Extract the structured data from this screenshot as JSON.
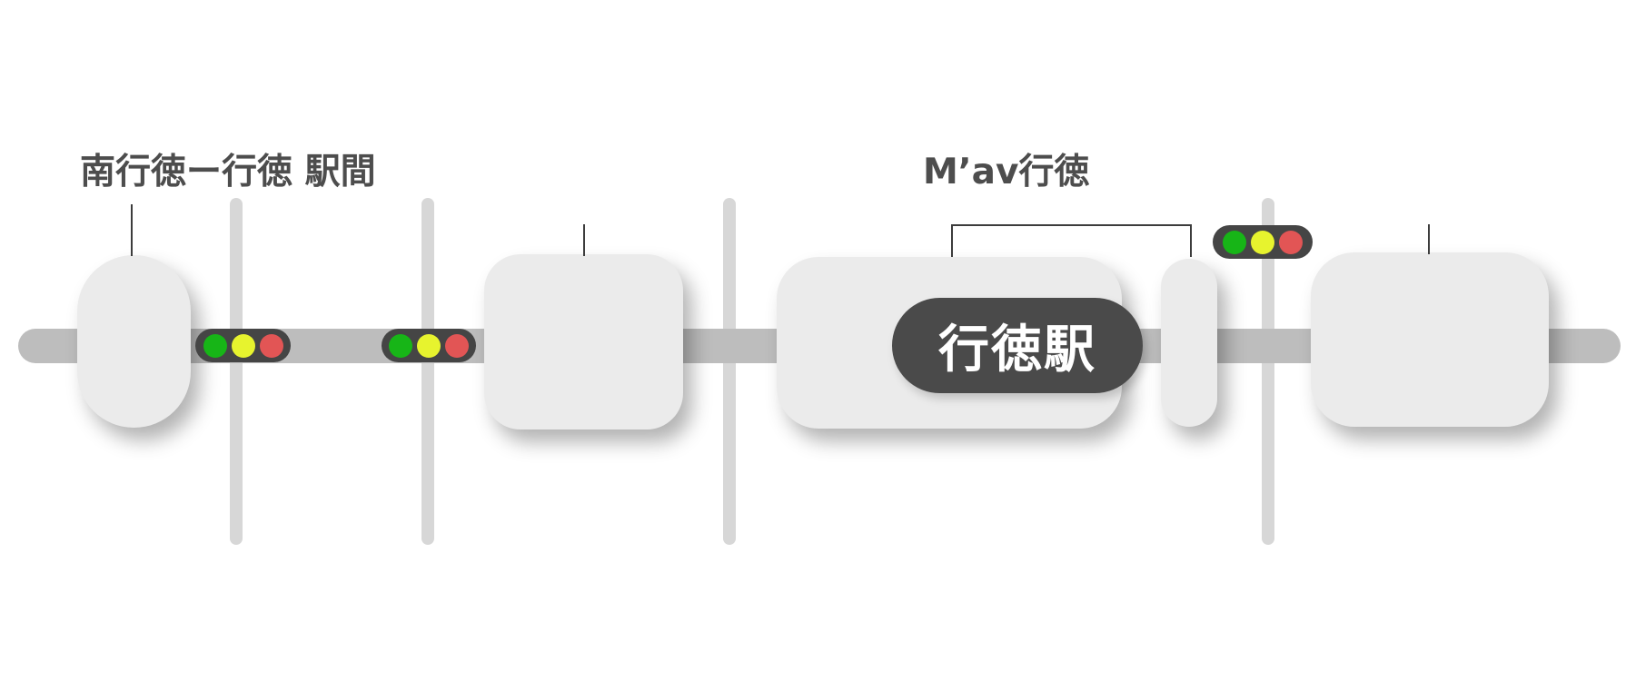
{
  "labels": {
    "section": "南行徳ー行徳 駅間",
    "area": "M’av行徳",
    "station_badge": "行徳駅"
  },
  "colors": {
    "signal_green": "#17b517",
    "signal_yellow": "#e7f32e",
    "signal_red": "#e25555",
    "signal_housing": "#454545",
    "badge_fill": "#4a4a4a",
    "badge_text": "#ffffff",
    "track": "#bdbdbd",
    "road": "#d7d7d7",
    "station_fill": "#ebebeb",
    "label_text": "#4d4d4d",
    "line": "#3c3c3c"
  },
  "signals": [
    {
      "id": "signal-left-crossing",
      "lights": [
        "green",
        "yellow",
        "red"
      ]
    },
    {
      "id": "signal-mid-crossing",
      "lights": [
        "green",
        "yellow",
        "red"
      ]
    },
    {
      "id": "signal-upper-right",
      "lights": [
        "green",
        "yellow",
        "red"
      ]
    }
  ]
}
